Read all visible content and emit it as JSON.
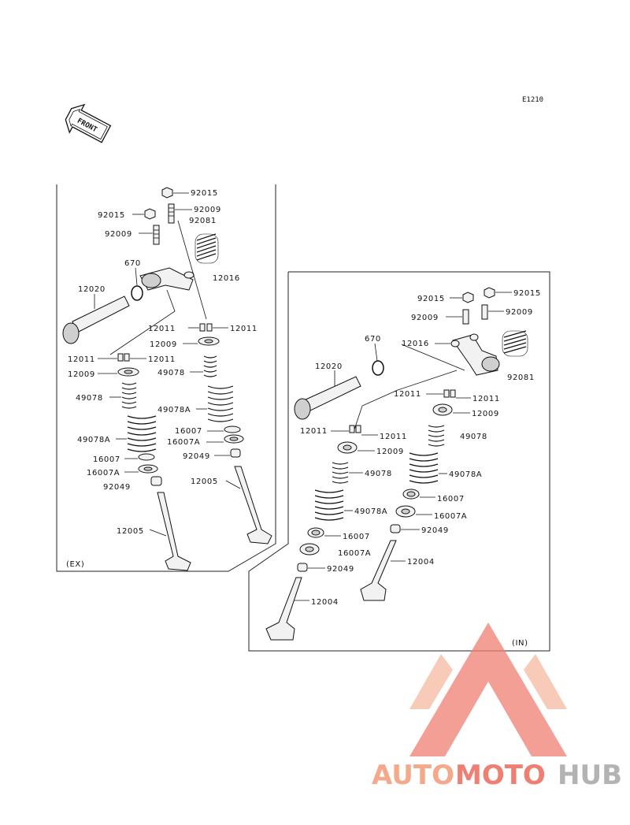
{
  "diagram_code": "E1210",
  "front_label": "FRONT",
  "watermark": {
    "text_1": "AUTO",
    "text_2": "MOTO",
    "text_3": "HUB",
    "color_1": "#f3a98a",
    "color_2": "#ef7f73",
    "color_3": "#b3b3b3"
  },
  "ex": {
    "section_label": "(EX)",
    "labels": {
      "p92015a": "92015",
      "p92009a": "92009",
      "p92081": "92081",
      "p92015b": "92015",
      "p92009b": "92009",
      "p670": "670",
      "p12016": "12016",
      "p12020": "12020",
      "p12011a": "12011",
      "p12011b": "12011",
      "p12009a": "12009",
      "p49078a": "49078",
      "p12011c": "12011",
      "p12011d": "12011",
      "p12009b": "12009",
      "p49078b": "49078",
      "p49078Aa": "49078A",
      "p16007a": "16007",
      "p16007Aa": "16007A",
      "p92049a": "92049",
      "p12005a": "12005",
      "p49078Ab": "49078A",
      "p16007b": "16007",
      "p16007Ab": "16007A",
      "p92049b": "92049",
      "p12005b": "12005"
    }
  },
  "in": {
    "section_label": "(IN)",
    "labels": {
      "p92015a": "92015",
      "p92015b": "92015",
      "p92009a": "92009",
      "p92009b": "92009",
      "p670": "670",
      "p12016": "12016",
      "p12020": "12020",
      "p92081": "92081",
      "p12011a": "12011",
      "p12011b": "12011",
      "p12009a": "12009",
      "p49078a": "49078",
      "p12011c": "12011",
      "p12011d": "12011",
      "p12009b": "12009",
      "p49078b": "49078",
      "p49078Aa": "49078A",
      "p49078Ab": "49078A",
      "p16007a": "16007",
      "p16007Aa": "16007A",
      "p16007b": "16007",
      "p16007Ab": "16007A",
      "p92049a": "92049",
      "p92049b": "92049",
      "p12004a": "12004",
      "p12004b": "12004"
    }
  }
}
